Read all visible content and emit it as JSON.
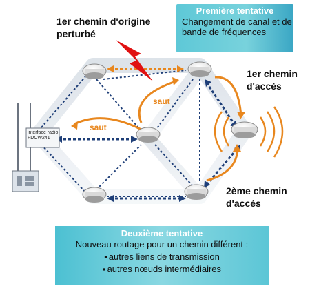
{
  "labels": {
    "first_path": "1er chemin d'origine perturbé",
    "access_path_1": "1er chemin d'accès",
    "access_path_2": "2ème chemin d'accès",
    "interface": "interface radio FDCW241",
    "hop": "saut"
  },
  "first_attempt": {
    "title": "Première tentative",
    "text": "Changement de canal et de bande de fréquences"
  },
  "second_attempt": {
    "title": "Deuxième tentative",
    "text": "Nouveau routage pour un chemin différent :",
    "items": [
      "autres liens de transmission",
      "autres nœuds intermédiaires"
    ]
  },
  "colors": {
    "link_dotted": "#1f3f78",
    "hop_arrow": "#e8871e",
    "lightning": "#e01010",
    "box": "#5ec8d7"
  }
}
